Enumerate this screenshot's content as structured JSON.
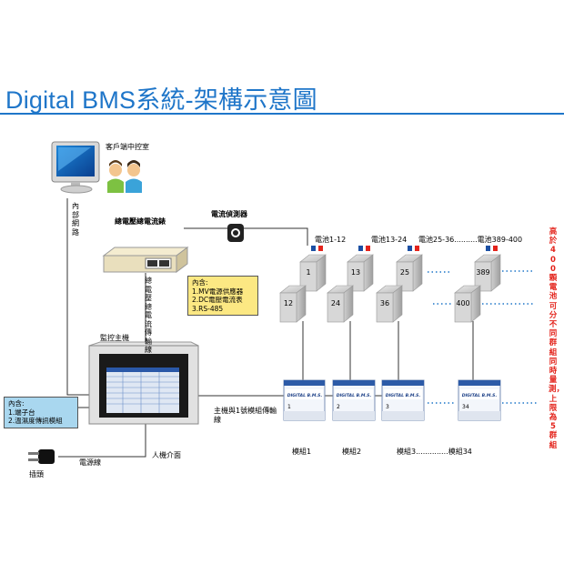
{
  "title": "Digital BMS系統-架構示意圖",
  "labels": {
    "client_room": "客戶端中控室",
    "internal_network": "內部網路",
    "total_vi_meter": "總電壓總電流錶",
    "current_sensor": "電流偵測器",
    "total_vi_cable": "總電壓總電流傳輸線",
    "monitor_host": "監控主機",
    "host_module_cable": "主機與1號模組傳輸線",
    "hmi": "人機介面",
    "power_cable": "電源線",
    "plug": "插頭",
    "group1": "電池1-12",
    "group2": "電池13-24",
    "group3": "電池25-36..........電池389-400",
    "module1": "模組1",
    "module2": "模組2",
    "module3_34": "模組3..............模組34",
    "side_note": "高於 400 顆電池可分不同群組同時量測，上限為5群組"
  },
  "notes": {
    "meter_contents": {
      "head": "內含:",
      "items": [
        "1.MV電源供應器",
        "2.DC電壓電流表",
        "3.RS-485"
      ]
    },
    "host_contents": {
      "head": "內含:",
      "items": [
        "1.端子台",
        "2.溫濕度傳訊模組"
      ]
    }
  },
  "batteries": {
    "top_numbers": [
      "1",
      "13",
      "25",
      "389"
    ],
    "bottom_numbers": [
      "12",
      "24",
      "36",
      "400"
    ]
  },
  "modules": {
    "brand": "DIGITAL B.M.S.",
    "numbers": [
      "1",
      "2",
      "3",
      "34"
    ]
  },
  "colors": {
    "title": "#1f76c9",
    "accent_red": "#e3231b",
    "note_yellow": "#fce883",
    "note_blue": "#a9d7ef"
  }
}
